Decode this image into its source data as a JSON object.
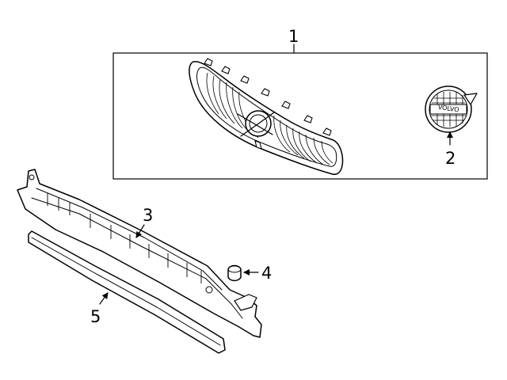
{
  "callouts": [
    {
      "id": "1",
      "label": "1"
    },
    {
      "id": "2",
      "label": "2"
    },
    {
      "id": "3",
      "label": "3"
    },
    {
      "id": "4",
      "label": "4"
    },
    {
      "id": "5",
      "label": "5"
    }
  ],
  "emblem": {
    "text": "VOLVO"
  },
  "colors": {
    "line": "#000000",
    "background": "#ffffff"
  }
}
